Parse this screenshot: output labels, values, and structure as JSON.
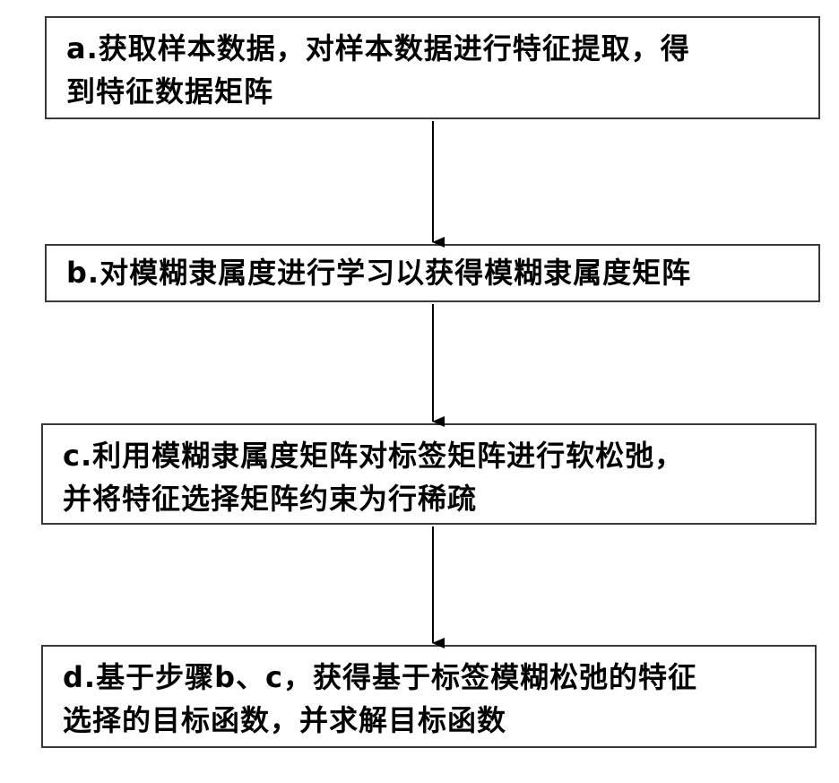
{
  "steps": [
    {
      "id": "a",
      "lines": [
        "a.获取样本数据，对样本数据进行特征提取，得",
        "到特征数据矩阵"
      ]
    },
    {
      "id": "b",
      "lines": [
        "b.对模糊隶属度进行学习以获得模糊隶属度矩阵"
      ]
    },
    {
      "id": "c",
      "lines": [
        "c.利用模糊隶属度矩阵对标签矩阵进行软松弛，",
        "并将特征选择矩阵约束为行稀疏"
      ]
    },
    {
      "id": "d",
      "lines": [
        "d.基于步骤b、c，获得基于标签模糊松弛的特征",
        "选择的目标函数，并求解目标函数"
      ]
    }
  ],
  "colors": {
    "border": "#3a3a3a",
    "arrow": "#000000",
    "text": "#000000"
  }
}
